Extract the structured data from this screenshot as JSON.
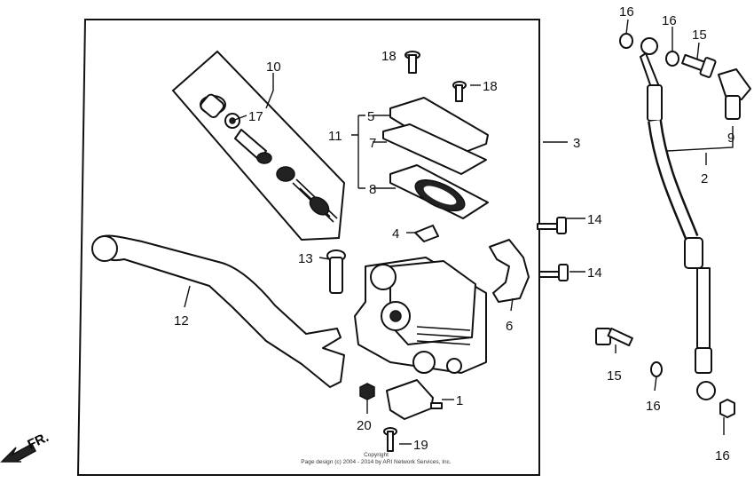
{
  "callouts": {
    "p1": "1",
    "p2": "2",
    "p3": "3",
    "p4": "4",
    "p5": "5",
    "p6": "6",
    "p7": "7",
    "p8": "8",
    "p9": "9",
    "p10": "10",
    "p11": "11",
    "p12": "12",
    "p13": "13",
    "p14a": "14",
    "p14b": "14",
    "p15a": "15",
    "p15b": "15",
    "p16a": "16",
    "p16b": "16",
    "p16c": "16",
    "p16d": "16",
    "p17": "17",
    "p18a": "18",
    "p18b": "18",
    "p19": "19",
    "p20": "20"
  },
  "direction": "FR.",
  "copyright": {
    "line1": "Copyright",
    "line2": "Page design (c) 2004 - 2014 by ARI Network Services, Inc."
  }
}
